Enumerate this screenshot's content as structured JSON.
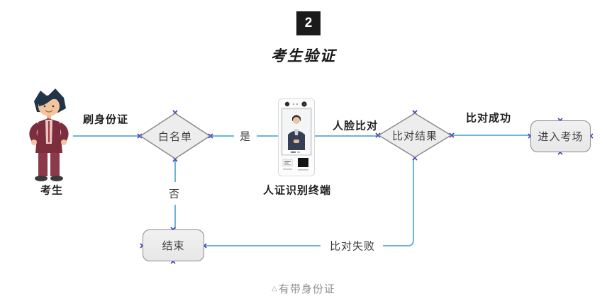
{
  "header": {
    "badge_number": "2",
    "title": "考生验证"
  },
  "flowchart": {
    "nodes": {
      "candidate": {
        "label": "考生"
      },
      "whitelist": {
        "label": "白名单"
      },
      "terminal": {
        "label": "人证识别终端"
      },
      "compare_result": {
        "label": "比对结果"
      },
      "enter_room": {
        "label": "进入考场"
      },
      "end": {
        "label": "结束"
      }
    },
    "edge_labels": {
      "swipe_id": "刷身份证",
      "yes": "是",
      "no": "否",
      "face_compare": "人脸比对",
      "success": "比对成功",
      "fail": "比对失败"
    },
    "colors": {
      "connector": "#6db6d4",
      "handle": "#3d3dc4",
      "node_fill": "#ededed",
      "node_border": "#8b8b8b"
    }
  },
  "caption": {
    "marker": "△",
    "text": "有带身份证"
  }
}
